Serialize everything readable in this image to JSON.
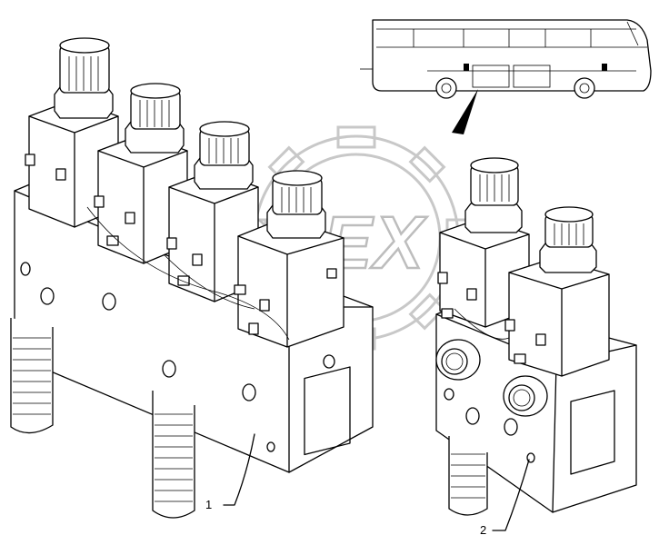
{
  "callouts": [
    {
      "id": "1",
      "label": "1"
    },
    {
      "id": "2",
      "label": "2"
    }
  ],
  "watermark": {
    "text": "OPEX"
  },
  "colors": {
    "line": "#000000",
    "watermark": "#bdbdbd",
    "background": "#ffffff"
  }
}
